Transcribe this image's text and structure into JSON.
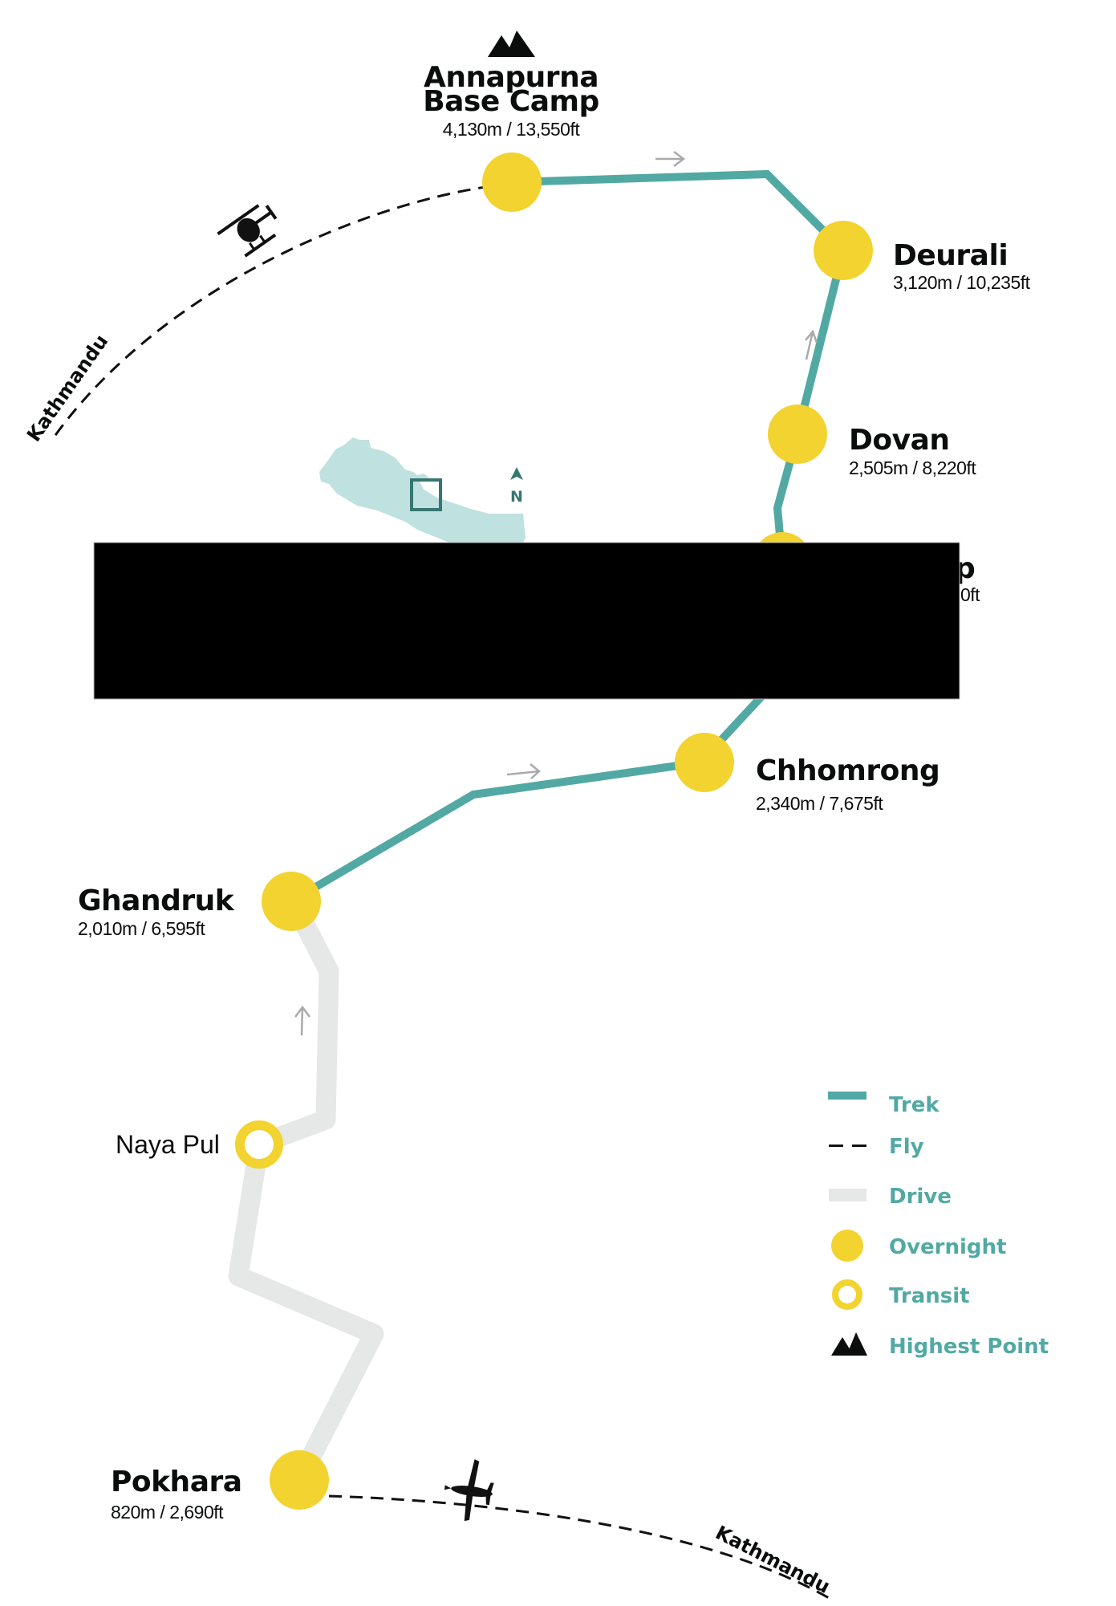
{
  "title": "Annapurna Base Camp Trek Route",
  "colors": {
    "trek": "#52a9a3",
    "fly": "#111111",
    "drive": "#e6e7e7",
    "overnight": "#f2d32f",
    "text": "#0b0c0c",
    "legend_text": "#52a9a3",
    "inset_country": "#bfe1e0",
    "inset_accent": "#377670",
    "redaction": "#000000"
  },
  "stops": [
    {
      "id": "abc",
      "name_lines": [
        "Annapurna",
        "Base Camp"
      ],
      "elevation": "4,130m / 13,550ft",
      "type": "overnight",
      "highest": true
    },
    {
      "id": "deurali",
      "name_lines": [
        "Deurali"
      ],
      "elevation": "3,120m / 10,235ft",
      "type": "overnight"
    },
    {
      "id": "dovan",
      "name_lines": [
        "Dovan"
      ],
      "elevation": "2,505m / 8,220ft",
      "type": "overnight"
    },
    {
      "id": "hidden",
      "name_lines": [
        "p"
      ],
      "elevation": "0ft",
      "type": "overnight",
      "partially_obscured": true
    },
    {
      "id": "chhomrong",
      "name_lines": [
        "Chhomrong"
      ],
      "elevation": "2,340m / 7,675ft",
      "type": "overnight"
    },
    {
      "id": "ghandruk",
      "name_lines": [
        "Ghandruk"
      ],
      "elevation": "2,010m / 6,595ft",
      "type": "overnight"
    },
    {
      "id": "nayapul",
      "name_lines": [
        "Naya Pul"
      ],
      "elevation": "",
      "type": "transit"
    },
    {
      "id": "pokhara",
      "name_lines": [
        "Pokhara"
      ],
      "elevation": "820m / 2,690ft",
      "type": "overnight"
    }
  ],
  "flights": [
    {
      "from": "Annapurna Base Camp",
      "to": "Kathmandu",
      "label": "Kathmandu",
      "vehicle": "helicopter-icon"
    },
    {
      "from": "Pokhara",
      "to": "Kathmandu",
      "label": "Kathmandu",
      "vehicle": "airplane-icon"
    }
  ],
  "inset": {
    "north_label": "N",
    "country": "Nepal"
  },
  "legend": [
    {
      "key": "trek",
      "label": "Trek",
      "icon": "trek-line-icon"
    },
    {
      "key": "fly",
      "label": "Fly",
      "icon": "fly-dash-icon"
    },
    {
      "key": "drive",
      "label": "Drive",
      "icon": "drive-band-icon"
    },
    {
      "key": "overnight",
      "label": "Overnight",
      "icon": "overnight-dot-icon"
    },
    {
      "key": "transit",
      "label": "Transit",
      "icon": "transit-ring-icon"
    },
    {
      "key": "highest",
      "label": "Highest Point",
      "icon": "mountain-icon"
    }
  ]
}
